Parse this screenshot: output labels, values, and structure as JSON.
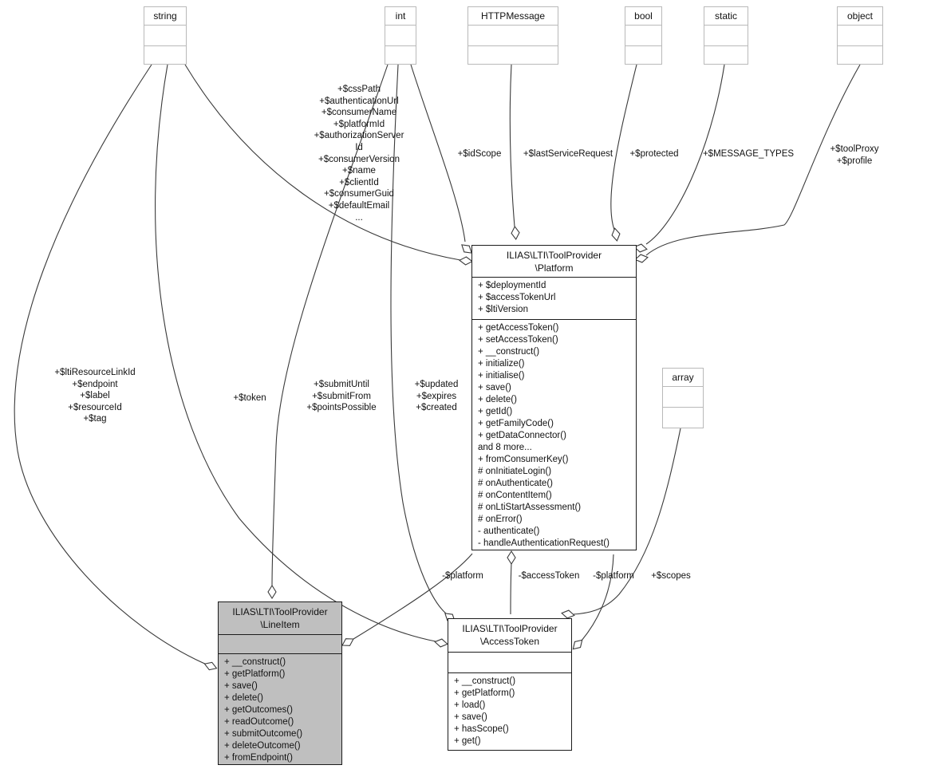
{
  "diagram_title": "ILIAS LTI ToolProvider collaboration diagram",
  "colors": {
    "bg": "#ffffff",
    "edge_color": "#3a3a3a",
    "primitive_border": "#b9b9b9",
    "class_border": "#1c1c1c",
    "lineitem_fill": "#bfbfbf"
  },
  "nodes": {
    "string": {
      "title": "string"
    },
    "int": {
      "title": "int"
    },
    "httpmessage": {
      "title": "HTTPMessage"
    },
    "bool": {
      "title": "bool"
    },
    "static": {
      "title": "static"
    },
    "object": {
      "title": "object"
    },
    "array": {
      "title": "array"
    },
    "platform": {
      "title_lines": [
        "ILIAS\\LTI\\ToolProvider",
        "\\Platform"
      ],
      "attributes": [
        "+ $deploymentId",
        "+ $accessTokenUrl",
        "+ $ltiVersion"
      ],
      "methods": [
        "+ getAccessToken()",
        "+ setAccessToken()",
        "+ __construct()",
        "+ initialize()",
        "+ initialise()",
        "+ save()",
        "+ delete()",
        "+ getId()",
        "+ getFamilyCode()",
        "+ getDataConnector()",
        "and 8 more...",
        "+ fromConsumerKey()",
        "# onInitiateLogin()",
        "# onAuthenticate()",
        "# onContentItem()",
        "# onLtiStartAssessment()",
        "# onError()",
        "- authenticate()",
        "- handleAuthenticationRequest()"
      ]
    },
    "lineitem": {
      "title_lines": [
        "ILIAS\\LTI\\ToolProvider",
        "\\LineItem"
      ],
      "attributes": [],
      "methods": [
        "+ __construct()",
        "+ getPlatform()",
        "+ save()",
        "+ delete()",
        "+ getOutcomes()",
        "+ readOutcome()",
        "+ submitOutcome()",
        "+ deleteOutcome()",
        "+ fromEndpoint()"
      ]
    },
    "accesstoken": {
      "title_lines": [
        "ILIAS\\LTI\\ToolProvider",
        "\\AccessToken"
      ],
      "attributes": [],
      "methods": [
        "+ __construct()",
        "+ getPlatform()",
        "+ load()",
        "+ save()",
        "+ hasScope()",
        "+ get()"
      ]
    }
  },
  "edge_labels": {
    "string_to_platform": {
      "lines": [
        "+$cssPath",
        "+$authenticationUrl",
        "+$consumerName",
        "+$platformId",
        "+$authorizationServer",
        "Id",
        "+$consumerVersion",
        "+$name",
        "+$clientId",
        "+$consumerGuid",
        "+$defaultEmail",
        "..."
      ]
    },
    "int_to_platform": {
      "text": "+$idScope"
    },
    "httpmessage_to_platform": {
      "text": "+$lastServiceRequest"
    },
    "bool_to_platform": {
      "text": "+$protected"
    },
    "static_to_platform": {
      "text": "+$MESSAGE_TYPES"
    },
    "object_to_platform": {
      "lines": [
        "+$toolProxy",
        "+$profile"
      ]
    },
    "string_to_lineitem": {
      "lines": [
        "+$ltiResourceLinkId",
        "+$endpoint",
        "+$label",
        "+$resourceId",
        "+$tag"
      ]
    },
    "string_to_accesstoken": {
      "text": "+$token"
    },
    "int_to_lineitem": {
      "lines": [
        "+$submitUntil",
        "+$submitFrom",
        "+$pointsPossible"
      ]
    },
    "int_to_accesstoken": {
      "lines": [
        "+$updated",
        "+$expires",
        "+$created"
      ]
    },
    "lineitem_to_platform": {
      "text": "-$platform"
    },
    "platform_to_accesstoken": {
      "text": "-$accessToken"
    },
    "accesstoken_to_platform": {
      "text": "-$platform"
    },
    "array_to_accesstoken": {
      "text": "+$scopes"
    }
  }
}
